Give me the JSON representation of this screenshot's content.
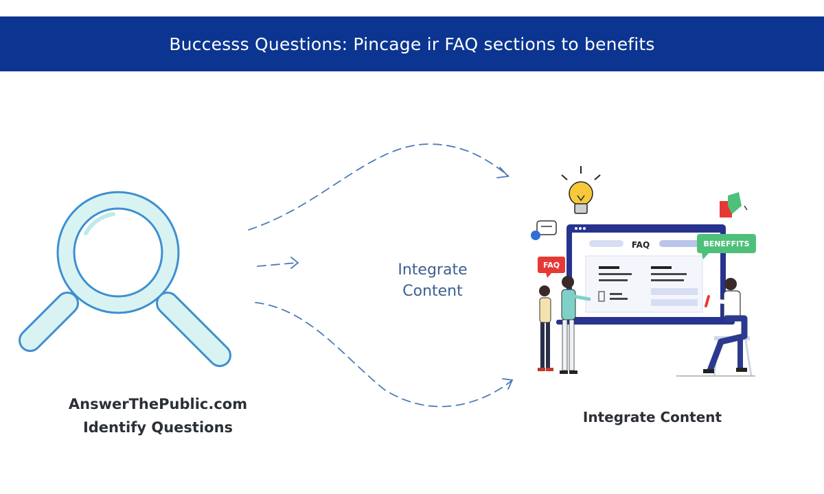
{
  "header": {
    "title": "Buccesss Questions: Pincage ir FAQ sections to benefits"
  },
  "left": {
    "line1": "AnswerThePublic.com",
    "line2": "Identify Questions"
  },
  "middle": {
    "line1": "Integrate",
    "line2": "Content"
  },
  "right": {
    "caption": "Integrate Content",
    "screen_title": "FAQ",
    "faq_tag": "FAQ",
    "benefits_tag": "BENEFFITS"
  },
  "colors": {
    "banner": "#0b3590",
    "magnifier_stroke": "#3d8fd0",
    "magnifier_fill": "#d9f3f3",
    "arrow": "#4a7ab8",
    "faq_tag": "#e53935",
    "benefits_tag": "#4fc07a",
    "monitor": "#27338f"
  },
  "icons": [
    "magnifier-icon",
    "lightbulb-icon",
    "chat-bubble-icon",
    "cubes-icon"
  ]
}
